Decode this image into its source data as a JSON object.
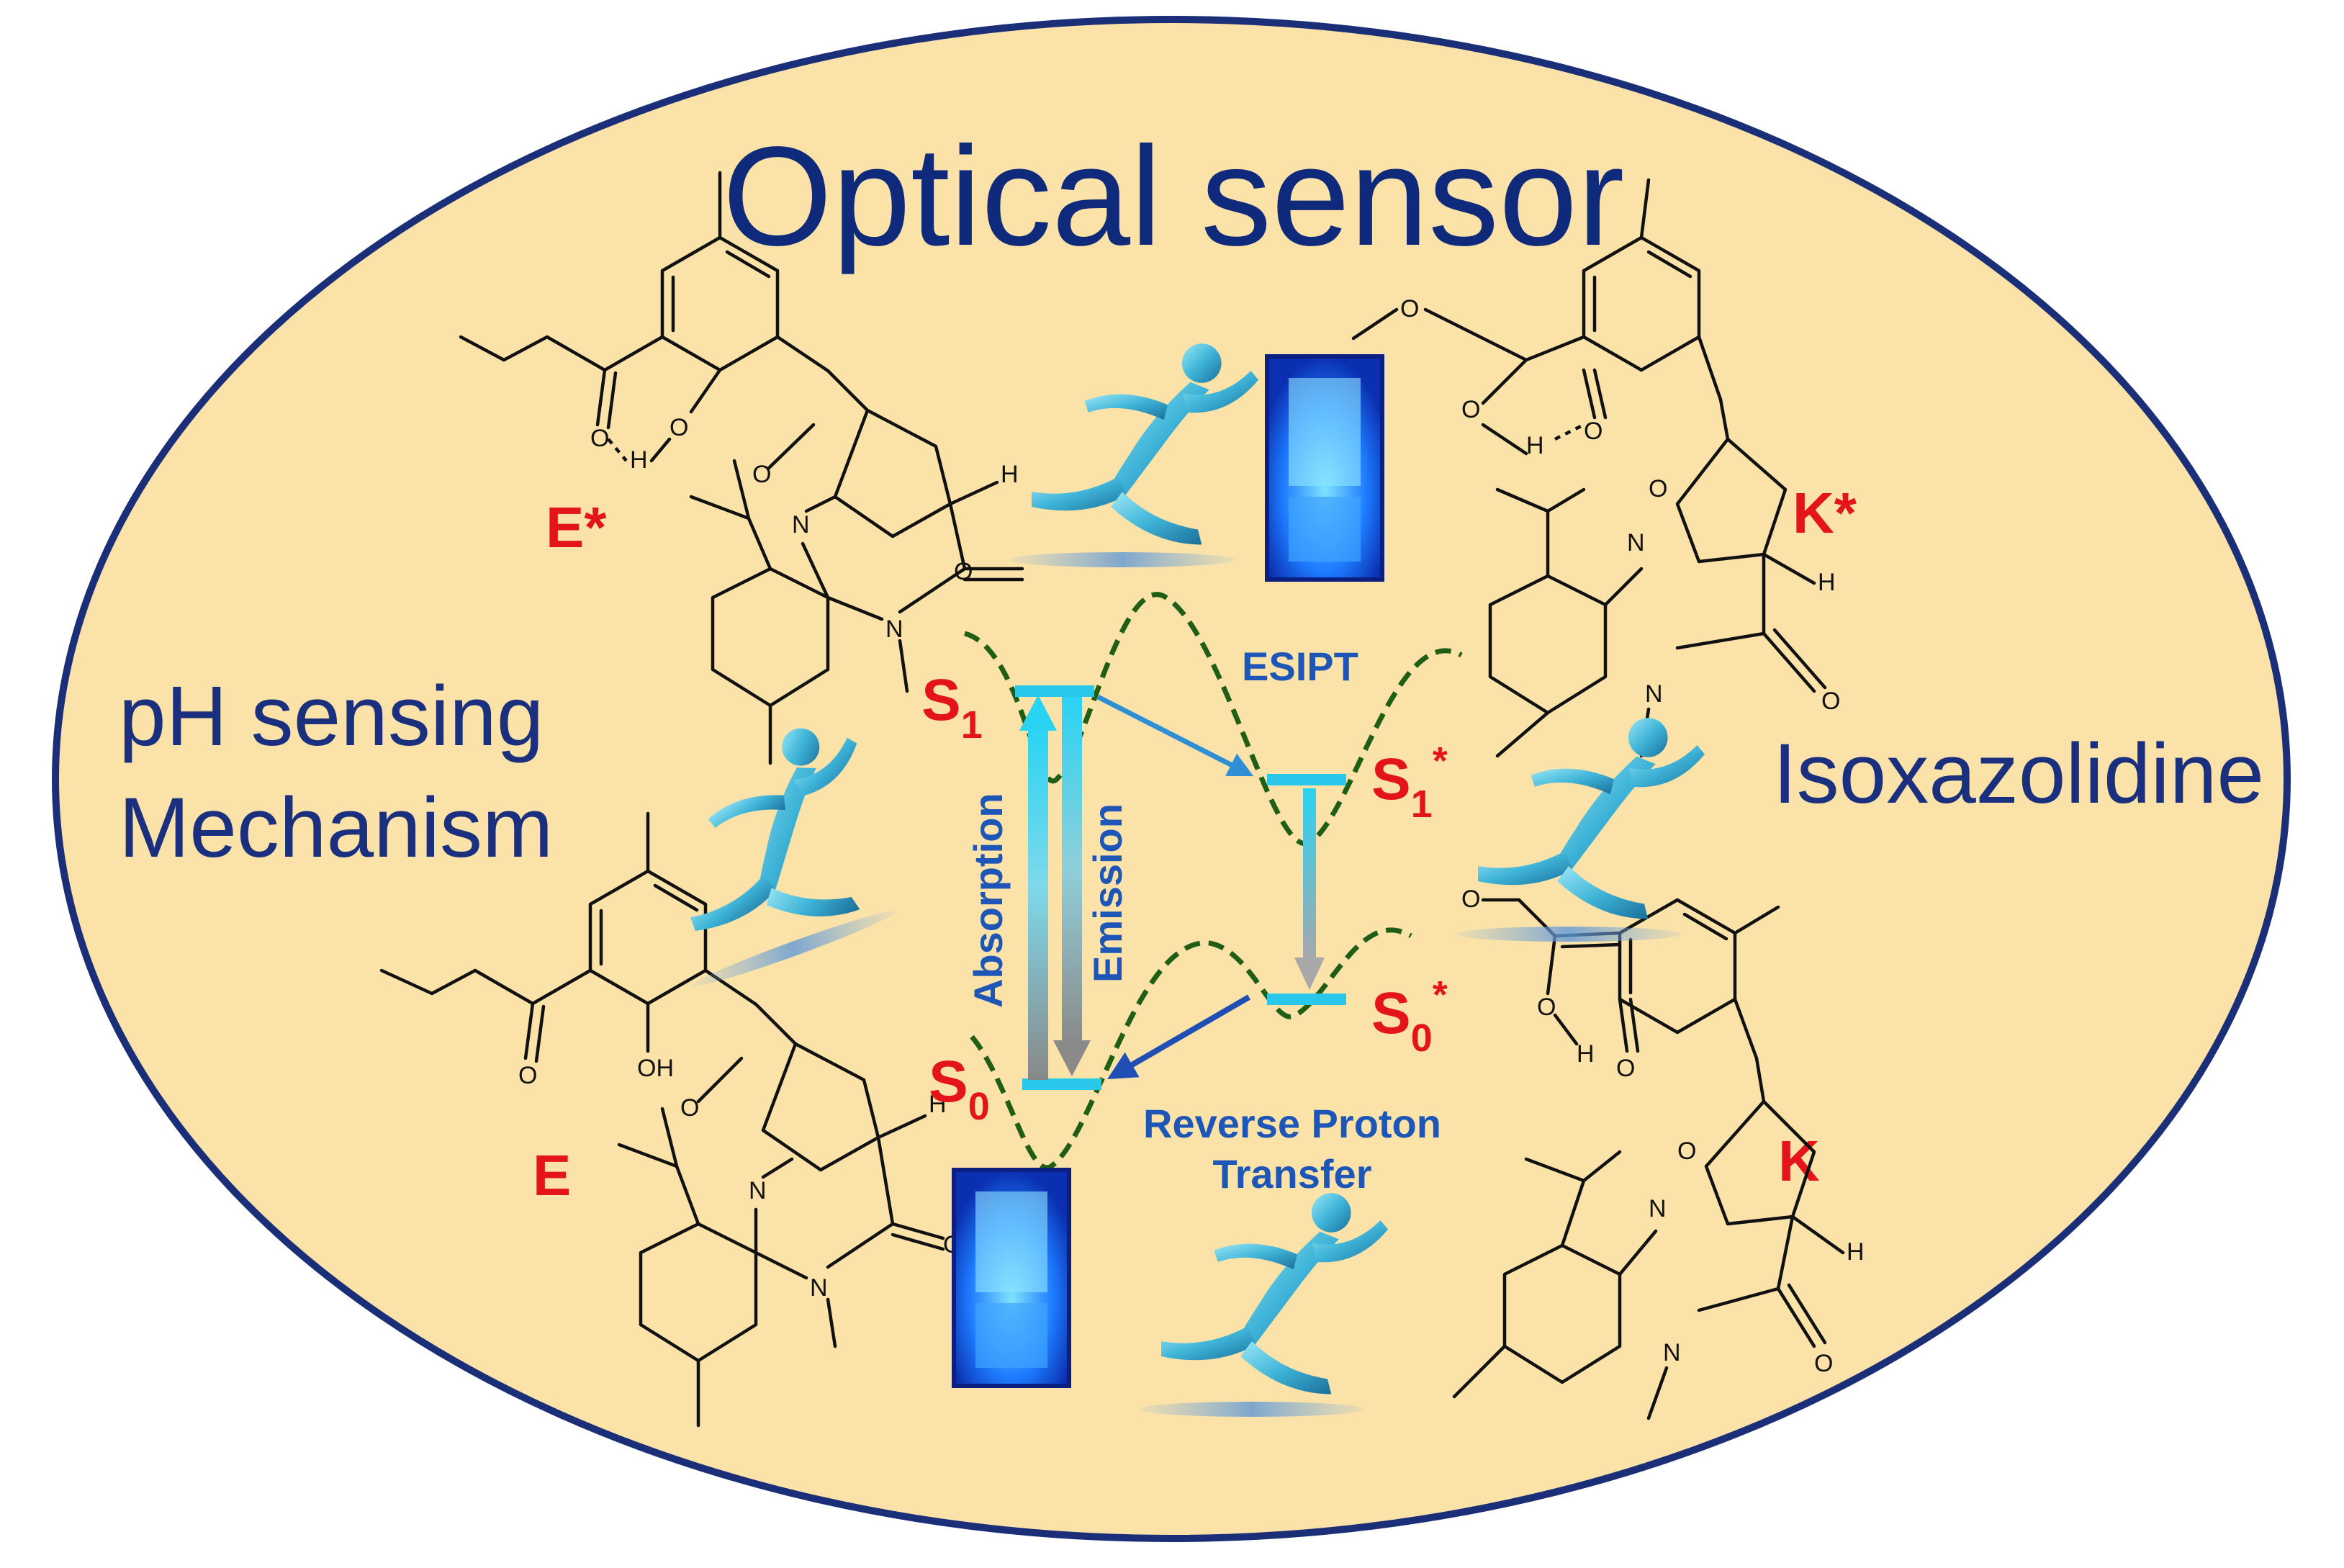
{
  "title": "Optical sensor",
  "left_label": {
    "line1": "pH sensing",
    "line2": "Mechanism"
  },
  "right_label": "Isoxazolidine",
  "species": {
    "e_star": "E*",
    "e": "E",
    "k_star": "K*",
    "k": "K"
  },
  "states": {
    "s1": {
      "main": "S",
      "sub": "1",
      "sup": ""
    },
    "s0": {
      "main": "S",
      "sub": "0",
      "sup": ""
    },
    "s1_star": {
      "main": "S",
      "sub": "1",
      "sup": "*"
    },
    "s0_star": {
      "main": "S",
      "sub": "0",
      "sup": "*"
    }
  },
  "processes": {
    "absorption": "Absorption",
    "emission": "Emission",
    "esipt": "ESIPT",
    "rpt_line1": "Reverse Proton",
    "rpt_line2": "Transfer"
  },
  "atoms": {
    "o": "O",
    "n": "N",
    "h": "H",
    "oh": "OH"
  },
  "colors": {
    "background_fill": "#fae2a8",
    "ellipse_stroke": "#1b2f78",
    "title": "#0f2a7a",
    "red_labels": "#e3141b",
    "process_blue": "#1e56b8",
    "curve": "#1f5e14",
    "level_cyan": "#29c8ea"
  },
  "icons": [
    "sprinting-figure-icon",
    "fluorescent-cuvette-icon"
  ]
}
